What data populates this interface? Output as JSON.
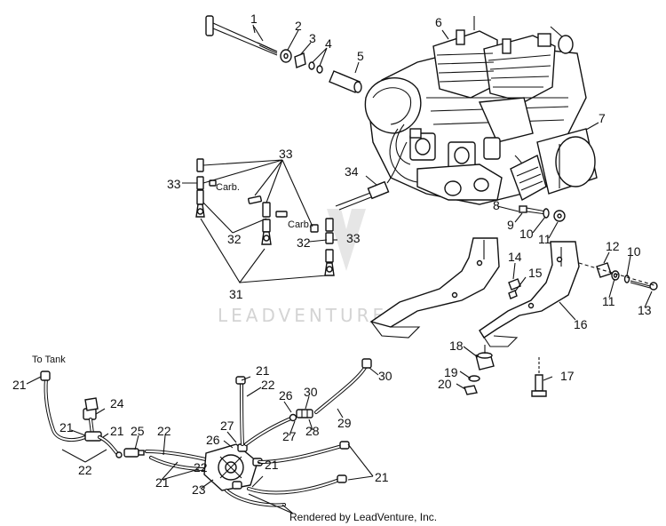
{
  "callouts": [
    "1",
    "2",
    "3",
    "4",
    "5",
    "6",
    "7",
    "8",
    "9",
    "10",
    "11",
    "12",
    "10",
    "11",
    "13",
    "14",
    "15",
    "16",
    "17",
    "18",
    "19",
    "20",
    "21",
    "22",
    "24",
    "21",
    "21",
    "25",
    "22",
    "22",
    "21",
    "23",
    "26",
    "27",
    "21",
    "21",
    "22",
    "26",
    "27",
    "28",
    "30",
    "29",
    "30",
    "21",
    "31",
    "32",
    "33",
    "32",
    "33",
    "33",
    "33",
    "34"
  ],
  "labels": {
    "to_tank": "To Tank",
    "carb_1": "Carb.",
    "carb_2": "Carb."
  },
  "watermark": "LEADVENTURE",
  "credit": "Rendered by LeadVenture, Inc."
}
